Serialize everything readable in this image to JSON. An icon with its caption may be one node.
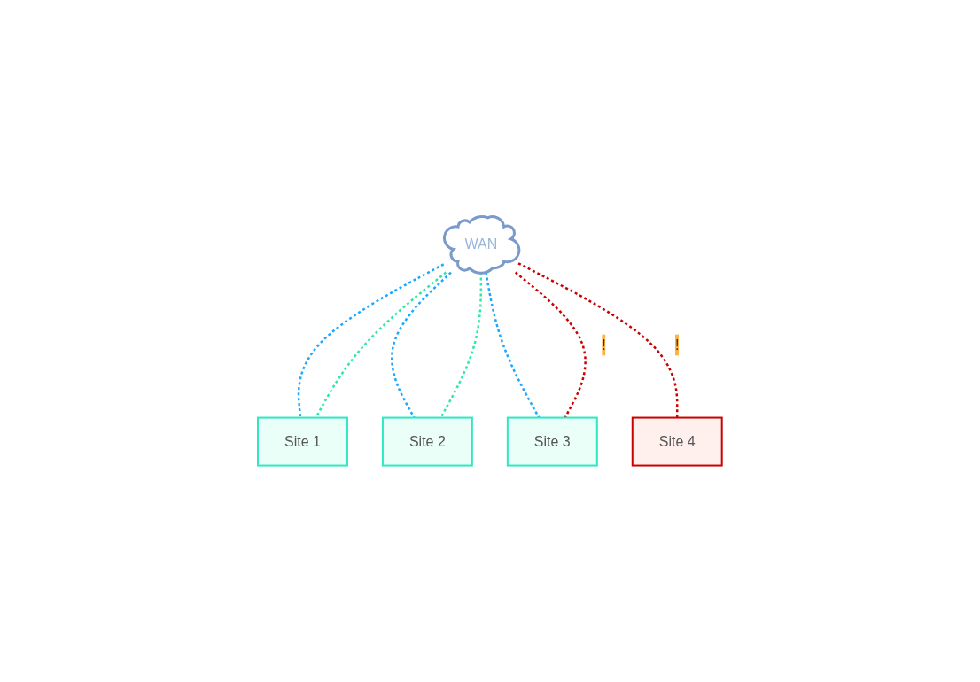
{
  "diagram": {
    "nodes": [
      {
        "text": [
          "WAN"
        ]
      },
      {
        "text": [
          "Site 1"
        ]
      },
      {
        "text": [
          "Site 2"
        ]
      },
      {
        "text": [
          "Site 3"
        ]
      },
      {
        "text": [
          "Site 4"
        ]
      }
    ],
    "edges": [
      {
        "from": 0,
        "to": 1,
        "arrow": "none",
        "style": "dashed",
        "color": "#1ea7ff"
      },
      {
        "from": 0,
        "to": 1,
        "arrow": "none",
        "style": "dashed",
        "color": "#2de8a8"
      },
      {
        "from": 0,
        "to": 2,
        "arrow": "none",
        "style": "dashed",
        "color": "#1ea7ff"
      },
      {
        "from": 0,
        "to": 2,
        "arrow": "none",
        "style": "dashed",
        "color": "#2de8a8"
      },
      {
        "from": 0,
        "to": 3,
        "arrow": "none",
        "style": "dashed",
        "color": "#1ea7ff"
      },
      {
        "from": 0,
        "to": 3,
        "arrow": "none",
        "style": "dashed",
        "color": "#cc0000",
        "label": "!"
      },
      {
        "from": 0,
        "to": 4,
        "arrow": "none",
        "style": "dashed",
        "color": "#cc0000",
        "label": "!"
      }
    ]
  }
}
